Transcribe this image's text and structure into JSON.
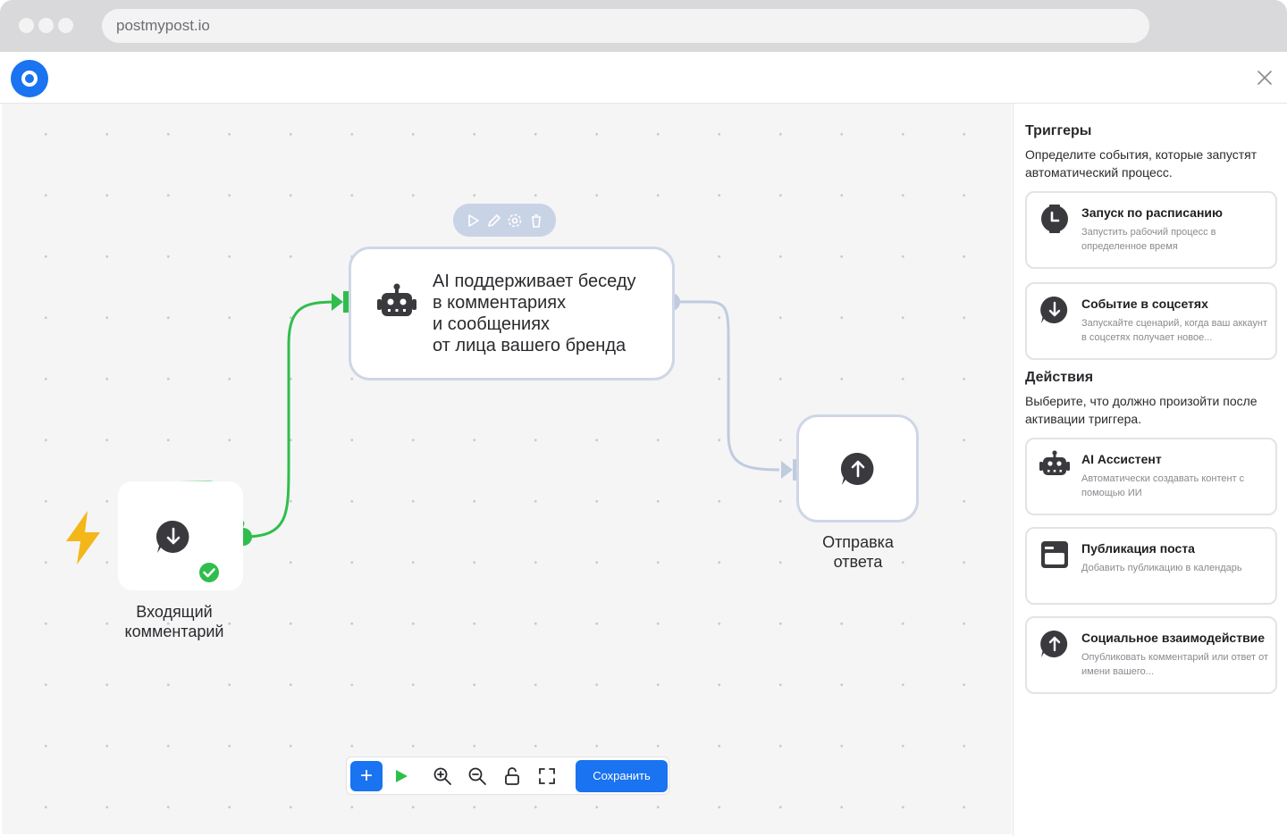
{
  "browser": {
    "url": "postmypost.io"
  },
  "canvas": {
    "nodes": {
      "ai_text": [
        "AI поддерживает беседу",
        "в комментариях",
        "и сообщениях",
        "от лица вашего бренда"
      ],
      "send_label": [
        "Отправка",
        "ответа"
      ],
      "trigger_label": [
        "Входящий",
        "комментарий"
      ]
    },
    "node_toolbar": {
      "icons": [
        "play-icon",
        "pencil-icon",
        "gear-icon",
        "trash-icon"
      ]
    },
    "bottom_toolbar": {
      "add": "+",
      "icons": [
        "play-icon",
        "zoom-in-icon",
        "zoom-out-icon",
        "lock-icon",
        "fullscreen-icon"
      ],
      "save_label": "Сохранить"
    },
    "colors": {
      "active_wire": "#2fbe4c",
      "inactive_wire": "#c0cbdf",
      "accent": "#1a73f0",
      "bolt": "#f4b71a"
    }
  },
  "panel": {
    "triggers": {
      "title": "Триггеры",
      "desc": "Определите события, которые запустят автоматический процесс.",
      "cards": [
        {
          "icon": "clock-icon",
          "title": "Запуск по расписанию",
          "desc": "Запустить рабочий процесс в определенное время"
        },
        {
          "icon": "download-chat-icon",
          "title": "Событие в соцсетях",
          "desc": "Запускайте сценарий, когда ваш аккаунт в соцсетях получает новое..."
        }
      ]
    },
    "actions": {
      "title": "Действия",
      "desc": "Выберите, что должно произойти после активации триггера.",
      "cards": [
        {
          "icon": "robot-icon",
          "title": "AI Ассистент",
          "desc": "Автоматически создавать контент с помощью ИИ"
        },
        {
          "icon": "calendar-window-icon",
          "title": "Публикация поста",
          "desc": "Добавить публикацию в календарь"
        },
        {
          "icon": "upload-chat-icon",
          "title": "Социальное взаимодействие",
          "desc": "Опубликовать комментарий или ответ от имени вашего..."
        }
      ]
    }
  }
}
